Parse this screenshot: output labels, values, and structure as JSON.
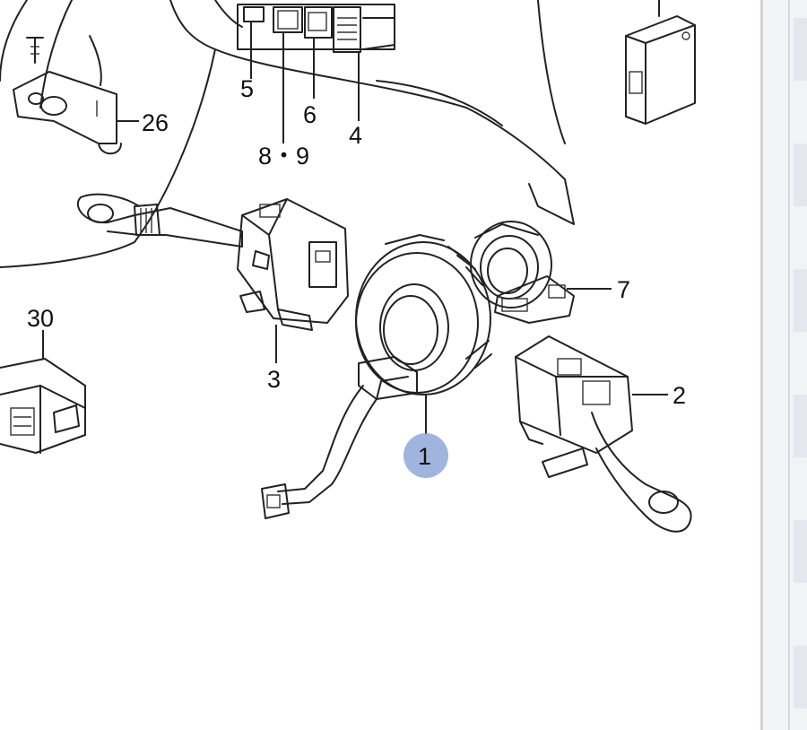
{
  "callouts": {
    "c1": "1",
    "c2": "2",
    "c3": "3",
    "c4": "4",
    "c5": "5",
    "c6": "6",
    "c7": "7",
    "c89": "8・9",
    "c26": "26",
    "c30": "30"
  },
  "colors": {
    "highlight": "#8fa8d8",
    "line": "#222222",
    "panel": "#f2f3f5"
  }
}
